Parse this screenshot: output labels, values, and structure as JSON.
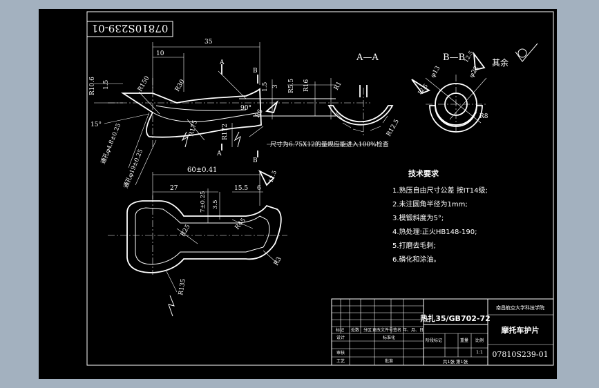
{
  "drawing_number_mirrored": "07810S239-01",
  "section_labels": {
    "aa": "A—A",
    "bb": "B—B",
    "a": "A",
    "b": "B"
  },
  "surface_rest": "其余",
  "roughness": {
    "r1": "12.5",
    "r2": "12.5",
    "r3": "12.5"
  },
  "dimensions": {
    "d35": "35",
    "d10": "10",
    "r10_6": "R10.6",
    "d1_5a": "1.5",
    "r150": "R150",
    "r30": "R30",
    "d1_5b": "1.5",
    "d3": "3",
    "r5_5": "R5.5",
    "r16": "R16",
    "d90": "90°",
    "r5": "R5",
    "r175": "R175",
    "r172": "R172",
    "d15": "15°",
    "r1": "R1",
    "r12_5": "R12.5",
    "phi13": "φ13",
    "phi22": "φ22",
    "r8": "R8",
    "hole1": "通孔φ4.8±0.25",
    "hole2": "通孔φ19±0.25",
    "d60": "60±0.41",
    "d27": "27",
    "d7": "7±0.25",
    "d3_5": "3.5",
    "d15_5": "15.5",
    "d6": "6",
    "r25": "R25",
    "r45": "R45",
    "r3": "R3",
    "r135": "R135"
  },
  "note_inline": "尺寸为6.75X12的量规应能进入100%检查",
  "tech_requirements": {
    "title": "技术要求",
    "items": [
      "1.熟压自由尺寸公差  按IT14级;",
      "2.未注圆角半径为1mm;",
      "3.模锻斜度为5°;",
      "4.热处理:正火HB148-190;",
      "5.打磨去毛刺;",
      "6.磷化和涂油。"
    ]
  },
  "title_block": {
    "material": "热扎35/GB702-72",
    "school": "南昌航空大学科技学院",
    "part_name": "摩托车护片",
    "drawing_no": "07810S239-01",
    "rev_headers": [
      "标记",
      "处数",
      "分区",
      "更改文件号",
      "签名",
      "年、月、日"
    ],
    "row_design": "设计",
    "row_std": "标准化",
    "row_check": "审核",
    "row_process": "工艺",
    "row_approve": "批准",
    "stage_headers": [
      "阶段标记",
      "重量",
      "比例"
    ],
    "scale": "1:1",
    "sheet_info": "共1张  第1张"
  }
}
